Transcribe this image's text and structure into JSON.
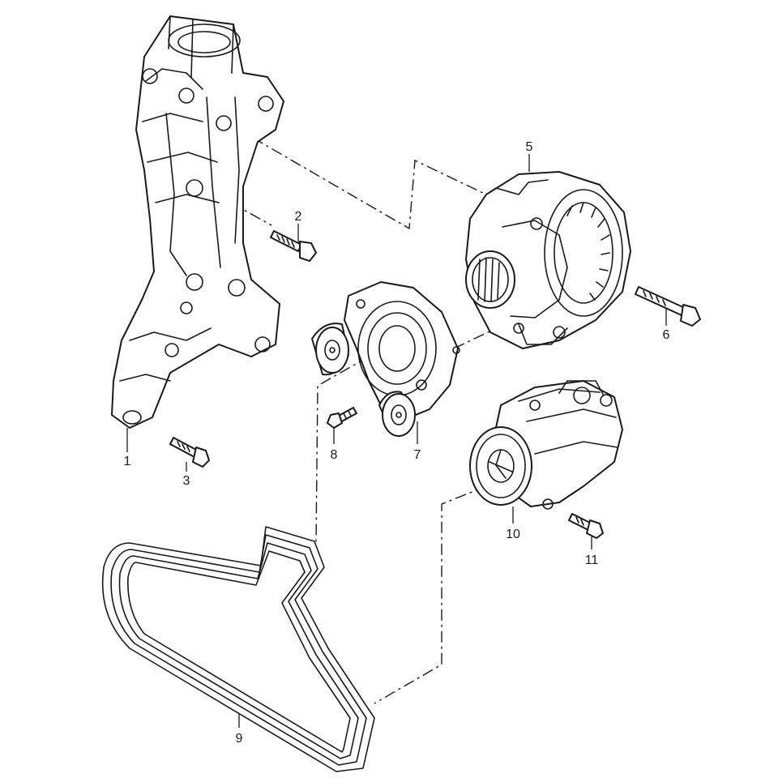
{
  "diagram": {
    "callouts": [
      "1",
      "2",
      "3",
      "5",
      "6",
      "7",
      "8",
      "9",
      "10",
      "11"
    ],
    "colors": {
      "line": "#1a1a1a",
      "background": "#ffffff"
    }
  }
}
